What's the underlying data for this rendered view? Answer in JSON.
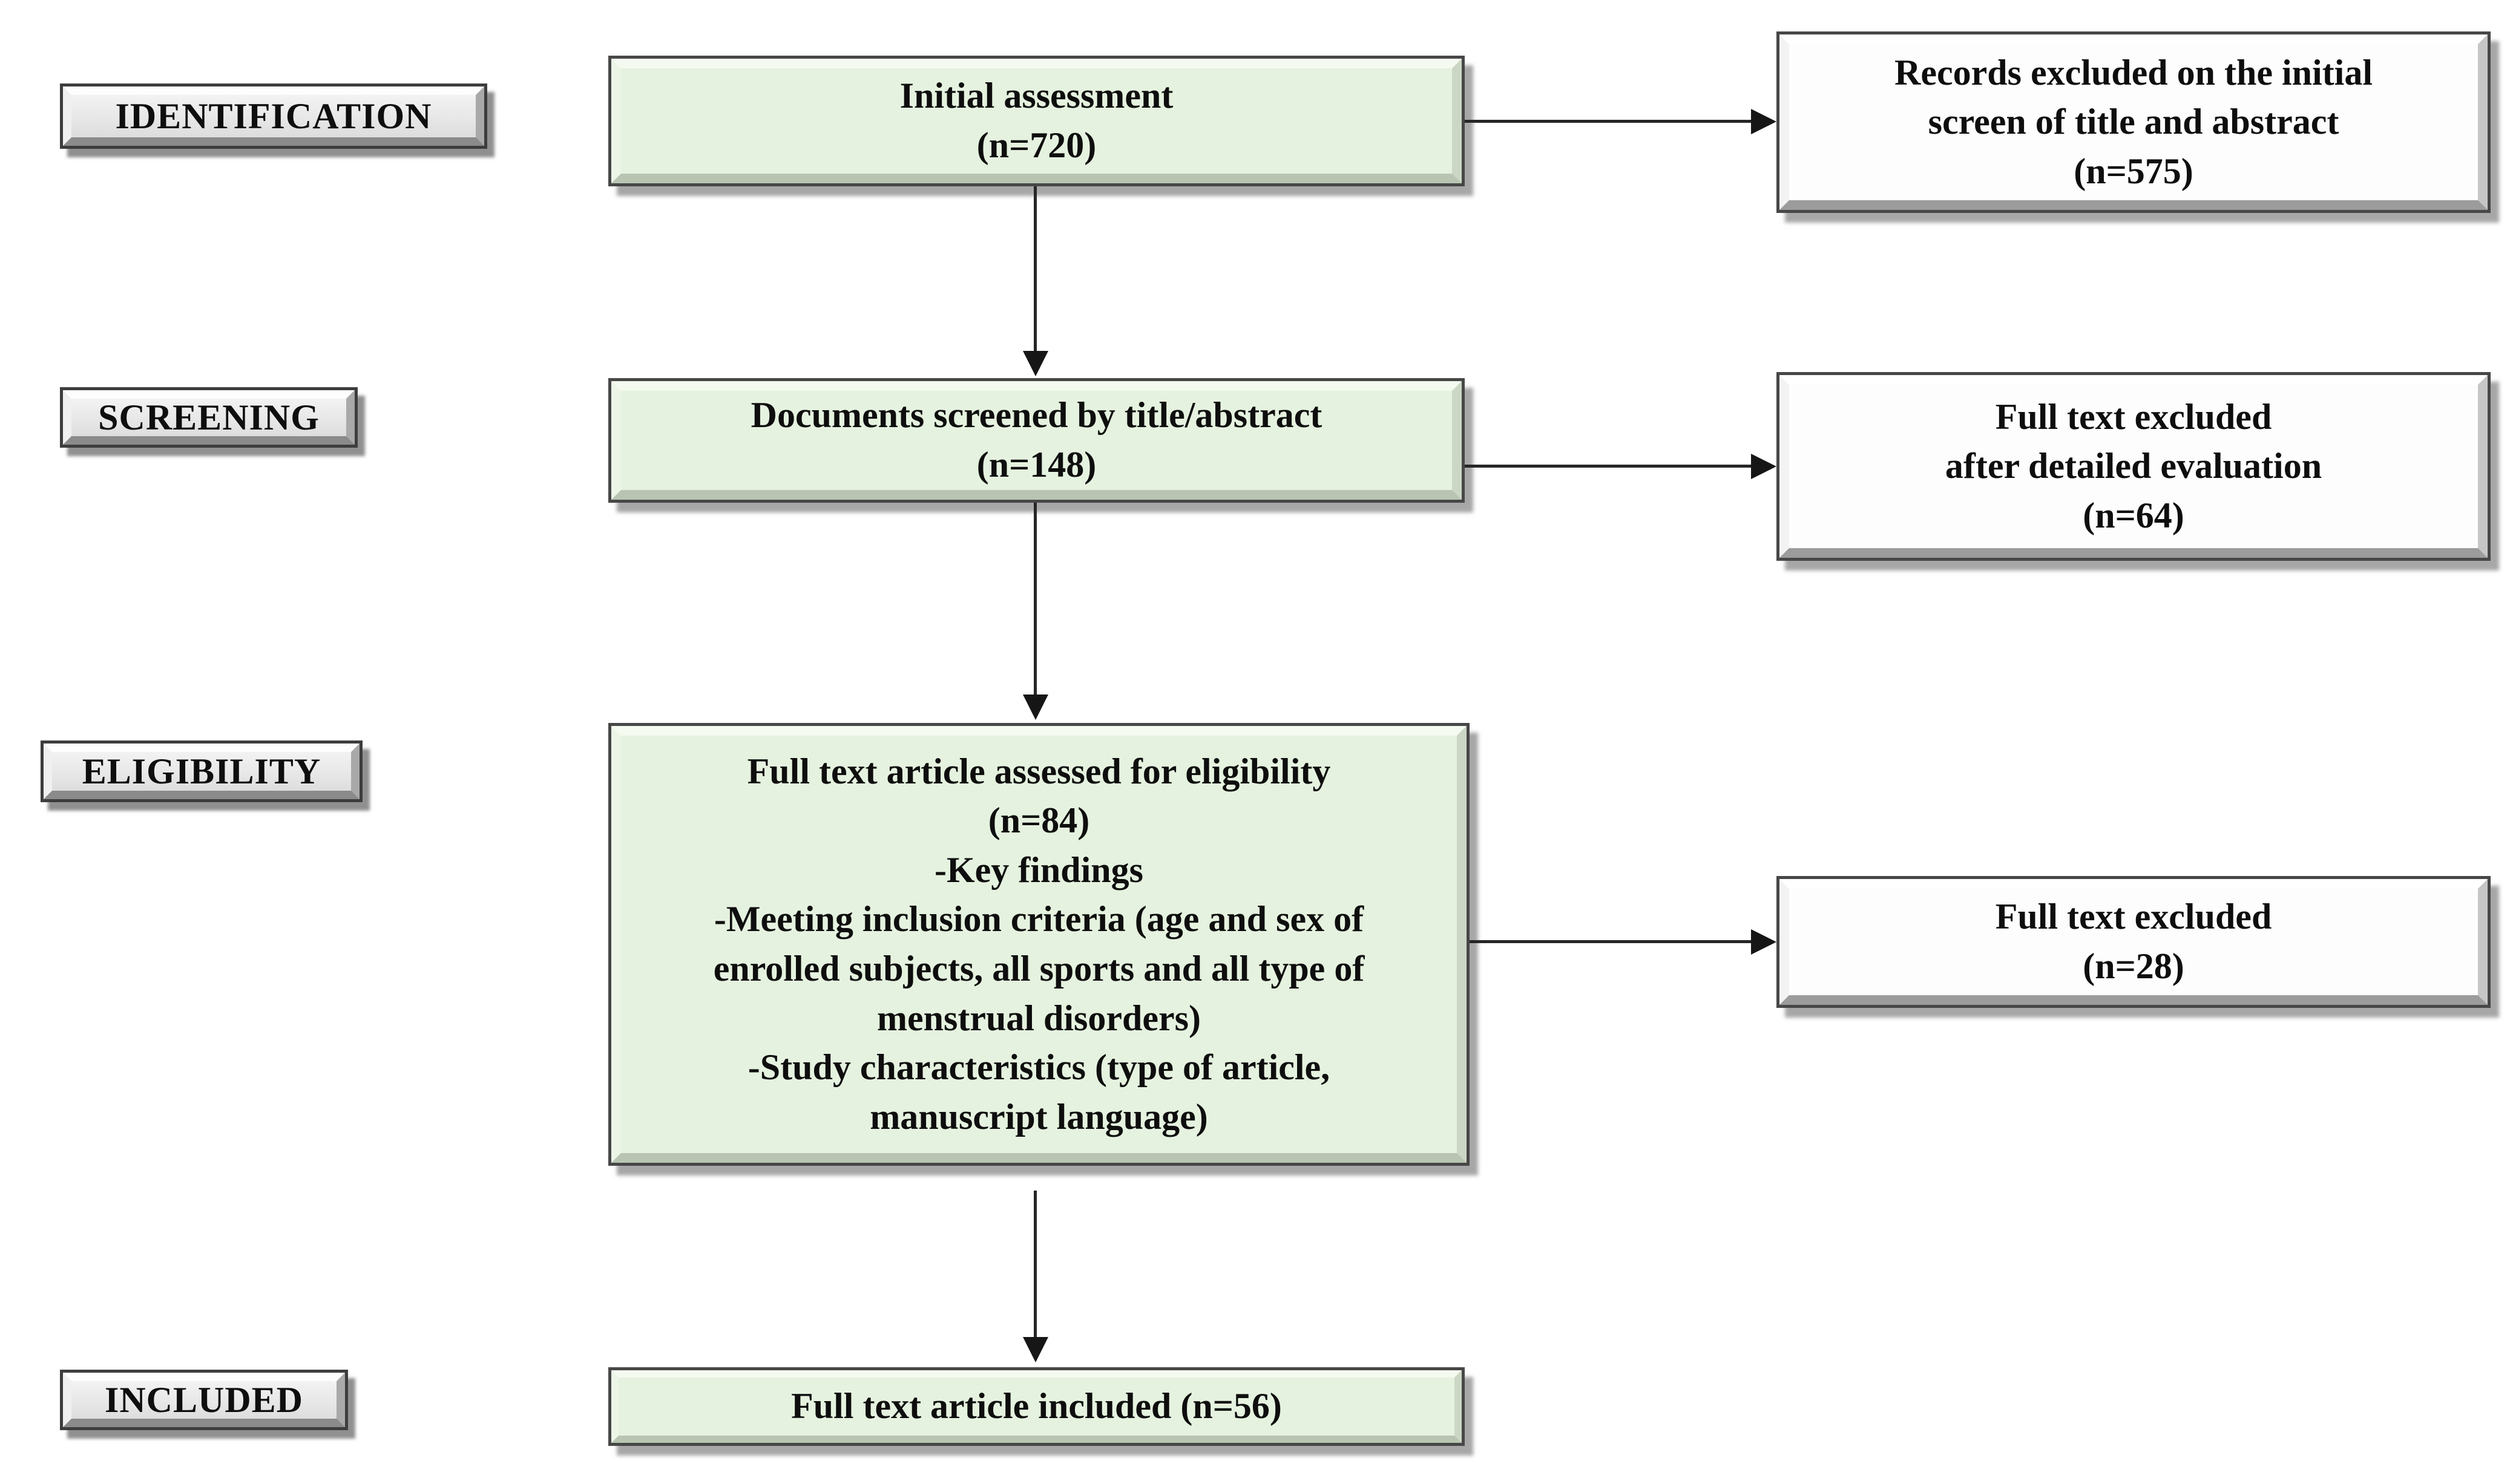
{
  "page": {
    "background": "#ffffff"
  },
  "colors": {
    "main_box_fill": "#e5f2df",
    "side_box_fill": "#fdfdfd",
    "label_fill": "#ececec",
    "border": "#474747",
    "arrow": "#262626",
    "text": "#0e0e0e"
  },
  "flowchart": {
    "stage_labels": [
      {
        "id": "identification",
        "text": "IDENTIFICATION"
      },
      {
        "id": "screening",
        "text": "SCREENING"
      },
      {
        "id": "eligibility",
        "text": "ELIGIBILITY"
      },
      {
        "id": "included",
        "text": "INCLUDED"
      }
    ],
    "main_boxes": [
      {
        "id": "initial-assessment",
        "text": "Initial assessment\n(n=720)"
      },
      {
        "id": "documents-screened",
        "text": "Documents screened by title/abstract\n(n=148)"
      },
      {
        "id": "fulltext-assessed",
        "text": "Full text article assessed for eligibility\n(n=84)\n-Key findings\n-Meeting inclusion criteria (age and sex of\nenrolled subjects, all sports and all type of\nmenstrual disorders)\n-Study characteristics (type of article,\nmanuscript language)"
      },
      {
        "id": "fulltext-included",
        "text": "Full text article included (n=56)"
      }
    ],
    "side_boxes": [
      {
        "id": "records-excluded-initial",
        "text": "Records excluded on the initial\nscreen of title and abstract\n(n=575)"
      },
      {
        "id": "fulltext-excluded-evaluation",
        "text": "Full text excluded\nafter detailed evaluation\n(n=64)"
      },
      {
        "id": "fulltext-excluded",
        "text": "Full text excluded\n(n=28)"
      }
    ]
  }
}
